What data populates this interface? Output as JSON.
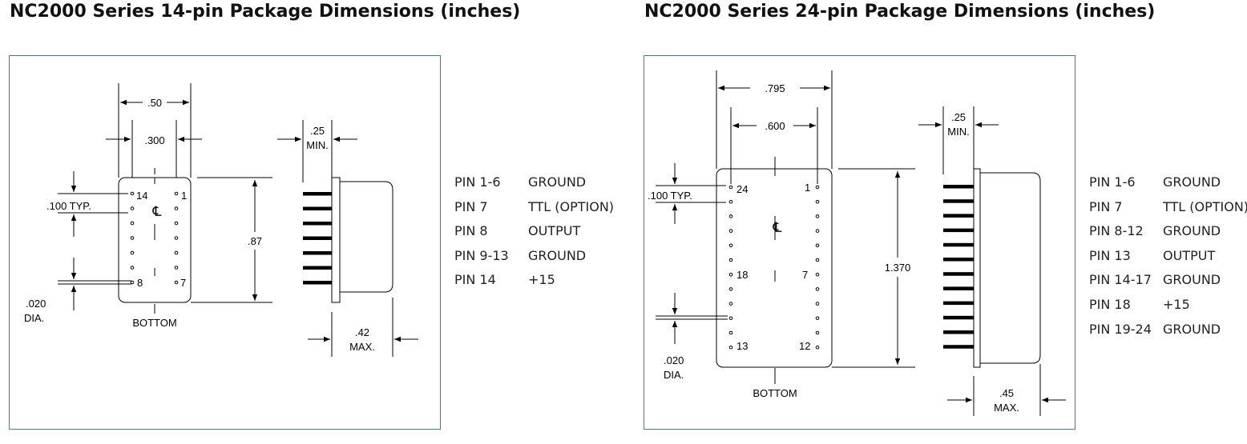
{
  "titles": {
    "left": "NC2000 Series 14-pin Package Dimensions (inches)",
    "right": "NC2000 Series 24-pin Package Dimensions (inches)"
  },
  "pkg14": {
    "dims": {
      "width_outer": ".50",
      "width_inner": ".300",
      "height": ".87",
      "pitch": ".100 TYP.",
      "pin_dia": ".020",
      "pin_dia_unit": "DIA.",
      "lead_len": ".25",
      "lead_len_unit": "MIN.",
      "body_depth": ".42",
      "body_depth_unit": "MAX.",
      "view": "BOTTOM",
      "centerline": "℄"
    },
    "pin_labels": {
      "top_left": "14",
      "top_right": "1",
      "bottom_left": "8",
      "bottom_right": "7"
    },
    "pinout": [
      {
        "pin": "PIN 1-6",
        "function": "GROUND"
      },
      {
        "pin": "PIN 7",
        "function": "TTL (OPTION)"
      },
      {
        "pin": "PIN 8",
        "function": "OUTPUT"
      },
      {
        "pin": "PIN 9-13",
        "function": "GROUND"
      },
      {
        "pin": "PIN 14",
        "function": "+15"
      }
    ]
  },
  "pkg24": {
    "dims": {
      "width_outer": ".795",
      "width_inner": ".600",
      "height": "1.370",
      "pitch": ".100 TYP.",
      "pin_dia": ".020",
      "pin_dia_unit": "DIA.",
      "lead_len": ".25",
      "lead_len_unit": "MIN.",
      "body_depth": ".45",
      "body_depth_unit": "MAX.",
      "view": "BOTTOM",
      "centerline": "℄"
    },
    "pin_labels": {
      "top_left": "24",
      "top_right": "1",
      "mid_left": "18",
      "mid_right": "7",
      "bottom_left": "13",
      "bottom_right": "12"
    },
    "pinout": [
      {
        "pin": "PIN 1-6",
        "function": "GROUND"
      },
      {
        "pin": "PIN 7",
        "function": "TTL (OPTION)"
      },
      {
        "pin": "PIN 8-12",
        "function": "GROUND"
      },
      {
        "pin": "PIN 13",
        "function": "OUTPUT"
      },
      {
        "pin": "PIN 14-17",
        "function": "GROUND"
      },
      {
        "pin": "PIN 18",
        "function": "+15"
      },
      {
        "pin": "PIN 19-24",
        "function": "GROUND"
      }
    ]
  }
}
